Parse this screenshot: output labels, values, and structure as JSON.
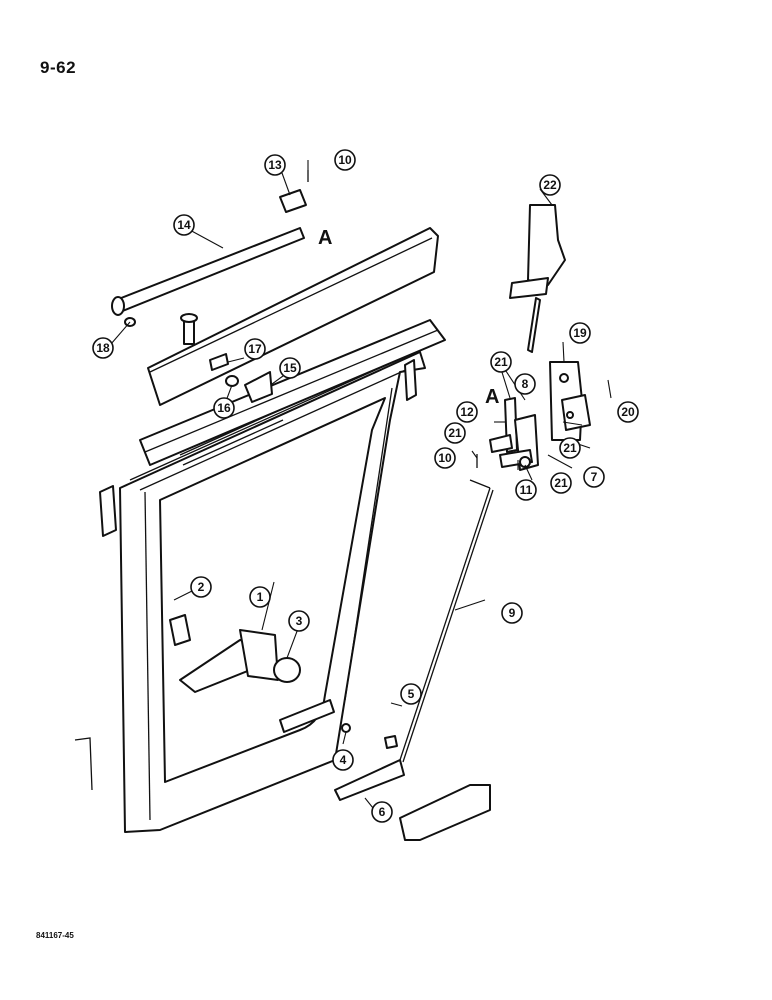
{
  "page_number": "9-62",
  "figure_code": "841167-45",
  "section_markers": [
    "A",
    "A"
  ],
  "callouts": {
    "c1": "1",
    "c2": "2",
    "c3": "3",
    "c4": "4",
    "c5": "5",
    "c6": "6",
    "c7": "7",
    "c8": "8",
    "c9": "9",
    "c10a": "10",
    "c10b": "10",
    "c11": "11",
    "c12": "12",
    "c13": "13",
    "c14": "14",
    "c15": "15",
    "c16": "16",
    "c17": "17",
    "c18": "18",
    "c19": "19",
    "c20": "20",
    "c21a": "21",
    "c21b": "21",
    "c21c": "21",
    "c21d": "21",
    "c22": "22"
  }
}
